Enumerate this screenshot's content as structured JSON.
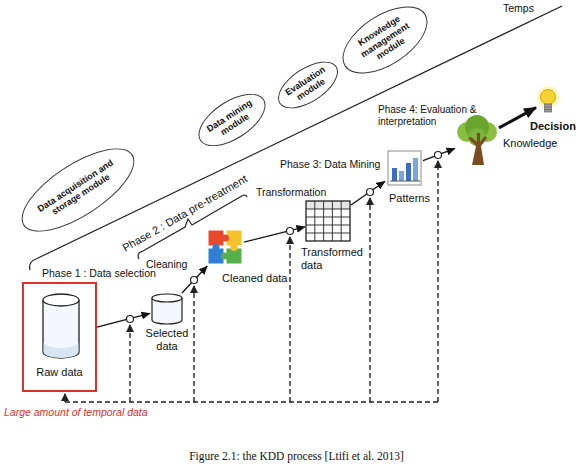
{
  "diagram": {
    "caption": "Figure 2.1: the KDD process [Ltifi et al. 2013]",
    "nodes": [
      {
        "text": [
          "Data acquisition and storage module"
        ]
      },
      {
        "text": [
          "Data mining module"
        ]
      },
      {
        "text": [
          "Evaluation module"
        ]
      },
      {
        "text": [
          "Knowledge management module"
        ]
      },
      {
        "text": [
          "Raw data"
        ]
      },
      {
        "text": [
          "Selected data"
        ]
      },
      {
        "text": [
          "Cleaned data"
        ]
      },
      {
        "text": [
          "Transformed data"
        ]
      },
      {
        "text": [
          "Patterns"
        ]
      },
      {
        "text": [
          "Knowledge"
        ]
      },
      {
        "text": [
          "Decision"
        ]
      }
    ],
    "edges": [
      {
        "from": 4,
        "to": 5,
        "arrow": "to"
      },
      {
        "from": 5,
        "to": 6,
        "arrow": "to"
      },
      {
        "from": 6,
        "to": 7,
        "arrow": "to"
      },
      {
        "from": 7,
        "to": 8,
        "arrow": "to"
      },
      {
        "from": 8,
        "to": 9,
        "arrow": "to"
      },
      {
        "from": 9,
        "to": 10,
        "arrow": "to"
      }
    ],
    "labels": [
      "Temps",
      "Phase 2 : Data pre-treatment",
      "Phase 1 : Data selection",
      "Cleaning",
      "Transformation",
      "Phase 3: Data Mining",
      "Phase 4: Evaluation & interpretation",
      "Large amount of temporal data"
    ]
  }
}
